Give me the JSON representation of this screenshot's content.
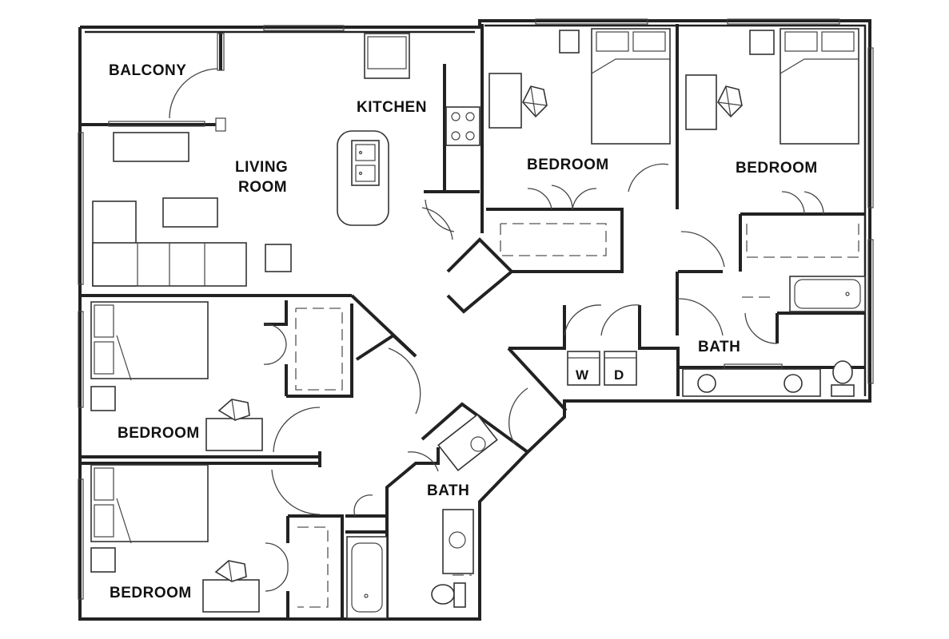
{
  "rooms": {
    "balcony": "BALCONY",
    "kitchen": "KITCHEN",
    "living_line1": "LIVING",
    "living_line2": "ROOM",
    "bedroom_top_center": "BEDROOM",
    "bedroom_top_right": "BEDROOM",
    "bath_right": "BATH",
    "bedroom_left_upper": "BEDROOM",
    "bedroom_left_lower": "BEDROOM",
    "bath_center": "BATH"
  },
  "appliances": {
    "washer": "W",
    "dryer": "D"
  },
  "icons": [
    "desk-chair-icon",
    "bed-icon",
    "sink-icon",
    "toilet-icon",
    "bathtub-icon",
    "stove-icon",
    "sofa-icon"
  ]
}
